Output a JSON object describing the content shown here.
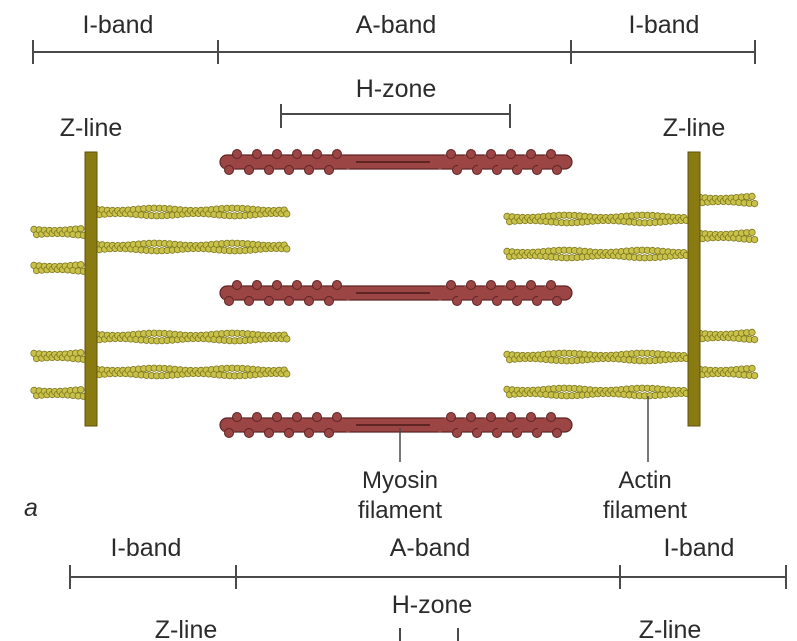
{
  "top_bands": {
    "left": "I-band",
    "middle": "A-band",
    "right": "I-band"
  },
  "h_zone": "H-zone",
  "z_line_left": "Z-line",
  "z_line_right": "Z-line",
  "myosin_label": [
    "Myosin",
    "filament"
  ],
  "actin_label": [
    "Actin",
    "filament"
  ],
  "panel_letter": "a",
  "bottom_bands": {
    "left": "I-band",
    "middle": "A-band",
    "right": "I-band"
  },
  "bottom_h_zone": "H-zone",
  "bottom_z_line_left": "Z-line",
  "bottom_z_line_right": "Z-line",
  "colors": {
    "z_line": "#8a7a12",
    "z_line_edge": "#5e520a",
    "actin": "#c9c24a",
    "actin_edge": "#7d7620",
    "myosin": "#9b4545",
    "myosin_edge": "#5f2424",
    "line": "#4a4a4a"
  }
}
